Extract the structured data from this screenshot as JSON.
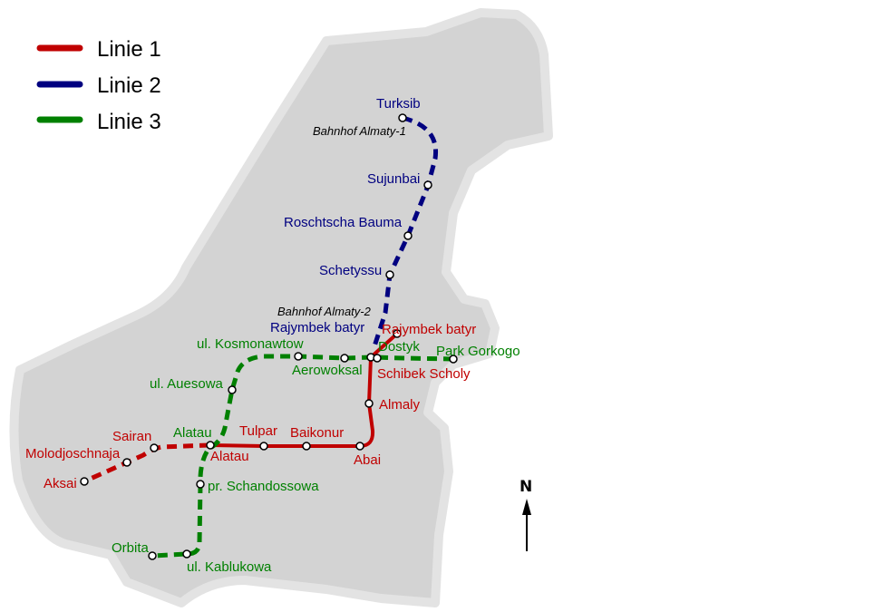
{
  "legend": [
    {
      "label": "Linie 1",
      "color": "#c00000"
    },
    {
      "label": "Linie 2",
      "color": "#000080"
    },
    {
      "label": "Linie 3",
      "color": "#008000"
    }
  ],
  "line2": {
    "stations": [
      "Turksib",
      "Sujunbai",
      "Roschtscha Bauma",
      "Schetyssu",
      "Rajymbek batyr"
    ],
    "notes": [
      "Bahnhof Almaty-1",
      "Bahnhof Almaty-2"
    ]
  },
  "line1": {
    "stations": [
      "Rajymbek batyr",
      "Schibek Scholy",
      "Almaly",
      "Abai",
      "Baikonur",
      "Tulpar",
      "Alatau",
      "Sairan",
      "Molodjoschnaja",
      "Aksai"
    ]
  },
  "line3": {
    "stations": [
      "Park Gorkogo",
      "Dostyk",
      "Aerowoksal",
      "ul. Kosmonawtow",
      "ul. Auesowa",
      "Alatau",
      "pr. Schandossowa",
      "ul. Kablukowa",
      "Orbita"
    ]
  },
  "compass": {
    "label": "N"
  }
}
